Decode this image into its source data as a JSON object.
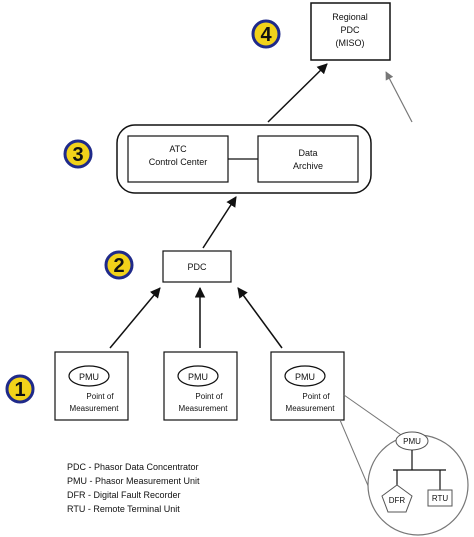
{
  "levels": [
    {
      "number": "4",
      "name": "regional-pdc",
      "lines": [
        "Regional",
        "PDC",
        "(MISO)"
      ]
    },
    {
      "number": "3",
      "name": "atc-control-center",
      "control_center": [
        "ATC",
        "Control Center"
      ],
      "archive": [
        "Data",
        "Archive"
      ]
    },
    {
      "number": "2",
      "name": "pdc",
      "label": "PDC"
    },
    {
      "number": "1",
      "name": "pmus"
    }
  ],
  "pmu_units": [
    {
      "badge": "PMU",
      "caption": [
        "Point of",
        "Measurement"
      ]
    },
    {
      "badge": "PMU",
      "caption": [
        "Point of",
        "Measurement"
      ]
    },
    {
      "badge": "PMU",
      "caption": [
        "Point of",
        "Measurement"
      ]
    }
  ],
  "detail": {
    "pmu": "PMU",
    "dfr": "DFR",
    "rtu": "RTU"
  },
  "legend": [
    "PDC - Phasor Data Concentrator",
    "PMU - Phasor Measurement Unit",
    "DFR - Digital Fault Recorder",
    "RTU - Remote Terminal Unit"
  ],
  "colors": {
    "badge_fill": "#f2d21a",
    "badge_stroke": "#1f2a8a",
    "stroke": "#111111",
    "detail_stroke": "#777777"
  }
}
